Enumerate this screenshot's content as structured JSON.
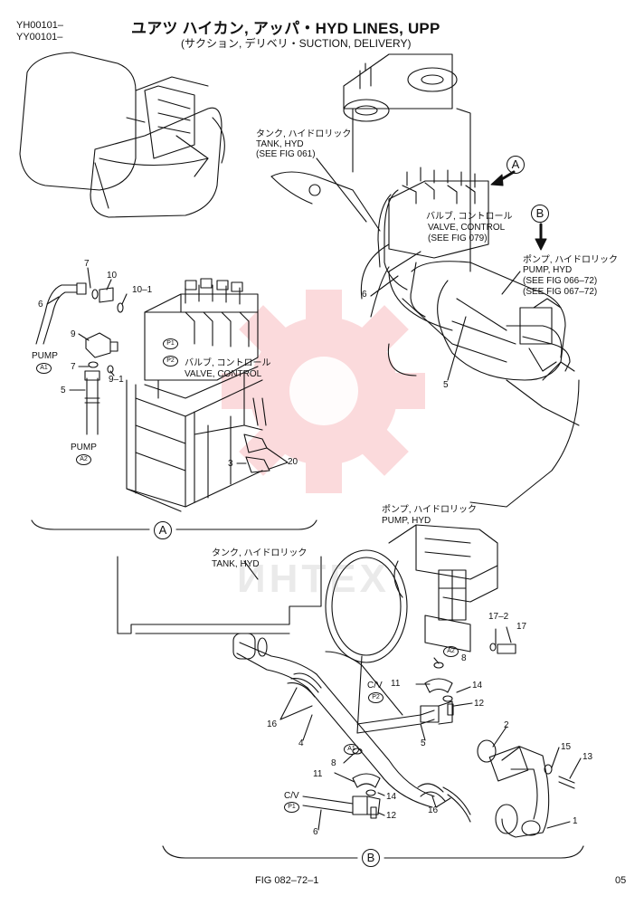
{
  "serials": [
    "YH00101–",
    "YY00101–"
  ],
  "title": {
    "main": "ユアツ ハイカン, アッパ・HYD LINES, UPP",
    "sub": "(サクション, デリベリ・SUCTION, DELIVERY)"
  },
  "overview_labels": {
    "tank": [
      "タンク, ハイドロリック",
      "TANK, HYD",
      "(SEE FIG 061)"
    ],
    "valve": [
      "バルブ, コントロール",
      "VALVE, CONTROL",
      "(SEE FIG 079)"
    ],
    "pump": [
      "ポンプ, ハイドロリック",
      "PUMP, HYD",
      "(SEE FIG 066–72)",
      "(SEE FIG 067–72)"
    ],
    "arrow_a": "A",
    "arrow_b": "B",
    "num_6": "6",
    "num_5": "5"
  },
  "detail_a": {
    "valve": [
      "バルブ, コントロール",
      "VALVE, CONTROL"
    ],
    "pump_a1": "PUMP",
    "pump_a2": "PUMP",
    "badge_a1": "A1",
    "badge_a2": "A2",
    "badge_p1": "P1",
    "badge_p2": "P2",
    "nums": {
      "n6": "6",
      "n7a": "7",
      "n10": "10",
      "n10_1": "10–1",
      "n9": "9",
      "n7b": "7",
      "n9_1": "9–1",
      "n5": "5",
      "n3": "3",
      "n20": "20"
    },
    "callout": "A"
  },
  "detail_b": {
    "pump": [
      "ポンプ, ハイドロリック",
      "PUMP, HYD"
    ],
    "tank": [
      "タンク, ハイドロリック",
      "TANK, HYD"
    ],
    "cv_top": "C/V",
    "cv_bottom": "C/V",
    "badge_p2": "P2",
    "badge_p1": "P1",
    "badge_a2": "A2",
    "badge_a1": "A1",
    "nums": {
      "n17_2": "17–2",
      "n17": "17",
      "n8a": "8",
      "n11a": "11",
      "n14a": "14",
      "n12a": "12",
      "n16a": "16",
      "n4": "4",
      "n5": "5",
      "n2": "2",
      "n15": "15",
      "n13": "13",
      "n8b": "8",
      "n11b": "11",
      "n14b": "14",
      "n12b": "12",
      "n6": "6",
      "n16b": "16",
      "n1": "1"
    },
    "callout": "B"
  },
  "watermark": "ИНТЕХ",
  "watermark_color": "#e8202a",
  "figure": "FIG 082–72–1",
  "page_number": "05"
}
